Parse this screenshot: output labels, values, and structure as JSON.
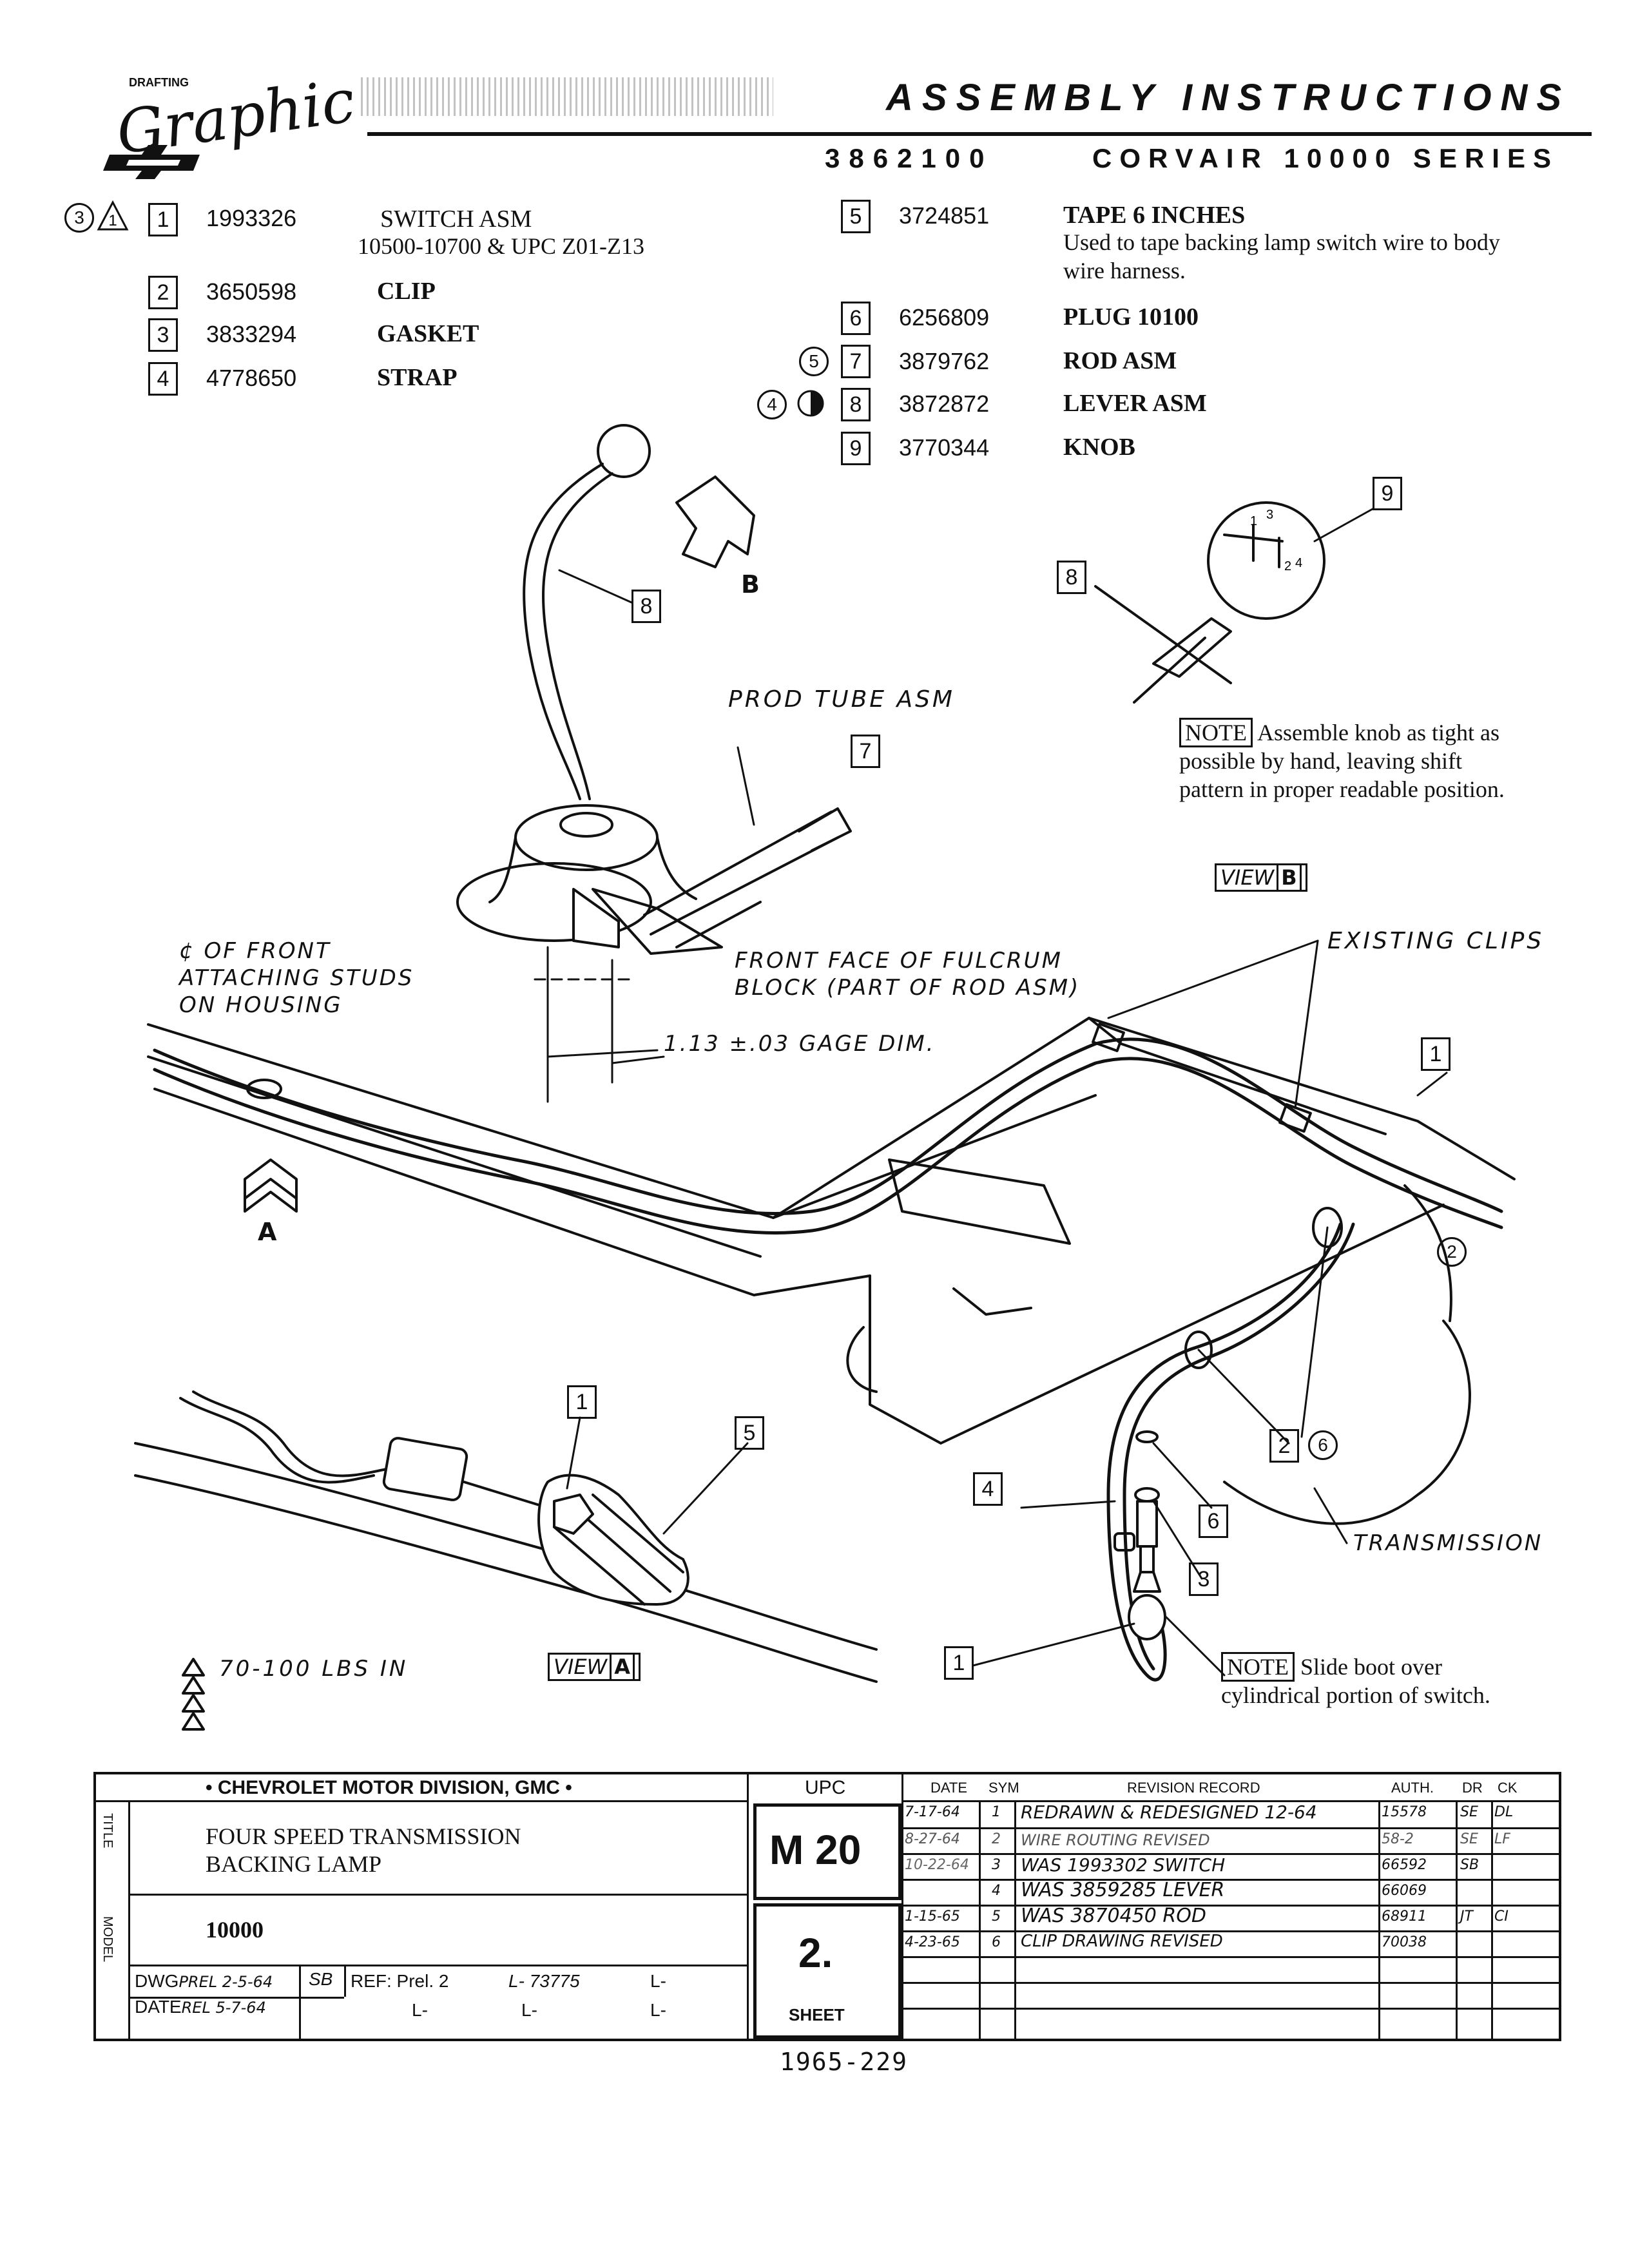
{
  "header": {
    "logo_top": "DRAFTING",
    "logo_main": "Graphic",
    "title": "ASSEMBLY INSTRUCTIONS",
    "doc_number": "3862100",
    "series": "CORVAIR 10000 SERIES"
  },
  "parts": [
    {
      "callout": "1",
      "number": "1993326",
      "name": "SWITCH ASM",
      "desc": "10500-10700 & UPC Z01-Z13",
      "marks": [
        "3",
        "1"
      ]
    },
    {
      "callout": "2",
      "number": "3650598",
      "name": "CLIP"
    },
    {
      "callout": "3",
      "number": "3833294",
      "name": "GASKET"
    },
    {
      "callout": "4",
      "number": "4778650",
      "name": "STRAP"
    },
    {
      "callout": "5",
      "number": "3724851",
      "name": "TAPE 6 INCHES",
      "desc": "Used to tape backing lamp switch wire to body wire harness."
    },
    {
      "callout": "6",
      "number": "6256809",
      "name": "PLUG 10100"
    },
    {
      "callout": "7",
      "number": "3879762",
      "name": "ROD ASM",
      "marks": [
        "5"
      ]
    },
    {
      "callout": "8",
      "number": "3872872",
      "name": "LEVER ASM",
      "marks": [
        "4"
      ]
    },
    {
      "callout": "9",
      "number": "3770344",
      "name": "KNOB"
    }
  ],
  "diagram": {
    "view_b_marker": "B",
    "view_a_marker": "A",
    "prod_tube_label": "PROD TUBE ASM",
    "front_studs_label": "¢ OF FRONT ATTACHING STUDS ON HOUSING",
    "front_face_label": "FRONT FACE OF FULCRUM BLOCK (PART OF ROD ASM)",
    "gage_label": "1.13 ±.03 GAGE DIM.",
    "existing_clips_label": "EXISTING CLIPS",
    "transmission_label": "TRANSMISSION",
    "knob_note_tag": "NOTE",
    "knob_note_text": "Assemble knob as tight as possible by hand, leaving shift pattern in proper readable position.",
    "boot_note_tag": "NOTE",
    "boot_note_text": "Slide boot over cylindrical portion of switch.",
    "view_b_label": "VIEW",
    "view_b_letter": "B",
    "view_a_label": "VIEW",
    "view_a_letter": "A",
    "torque_label": "70-100 LBS IN",
    "knob_pattern": [
      "1",
      "3",
      "2",
      "4"
    ]
  },
  "title_block": {
    "division": "• CHEVROLET MOTOR DIVISION, GMC •",
    "side_title": "TITLE",
    "side_model": "MODEL",
    "title_line1": "FOUR SPEED TRANSMISSION",
    "title_line2": "BACKING LAMP",
    "model": "10000",
    "dwg_label": "DWG",
    "dwg_value": "PREL 2-5-64",
    "dwg_initials": "SB",
    "date_label": "DATE",
    "date_value": "REL 5-7-64",
    "ref_label": "REF: Prel. 2",
    "ref_l1": "L- 73775",
    "ref_l2": "L-",
    "ref_l3": "L-",
    "ref_l4": "L-",
    "ref_l5": "L-",
    "upc_header": "UPC",
    "upc_value": "M 20",
    "sheet_number": "2.",
    "sheet_label": "SHEET",
    "date_header": "DATE",
    "sym_header": "SYM",
    "revision_header": "REVISION RECORD",
    "auth_header": "AUTH.",
    "dr_header": "DR",
    "ck_header": "CK",
    "revisions": [
      {
        "date": "7-17-64",
        "sym": "1",
        "text": "REDRAWN & REDESIGNED 12-64",
        "auth": "15578",
        "dr": "SE",
        "ck": "DL"
      },
      {
        "date": "8-27-64",
        "sym": "2",
        "text": "WIRE ROUTING REVISED",
        "auth": "58-2",
        "dr": "SE",
        "ck": "LF"
      },
      {
        "date": "10-22-64",
        "sym": "3",
        "text": "WAS 1993302 SWITCH",
        "auth": "66592",
        "dr": "SB",
        "ck": ""
      },
      {
        "date": "",
        "sym": "4",
        "text": "WAS 3859285 LEVER",
        "auth": "66069",
        "dr": "",
        "ck": ""
      },
      {
        "date": "1-15-65",
        "sym": "5",
        "text": "WAS 3870450 ROD",
        "auth": "68911",
        "dr": "JT",
        "ck": "CI"
      },
      {
        "date": "4-23-65",
        "sym": "6",
        "text": "CLIP DRAWING REVISED",
        "auth": "70038",
        "dr": "",
        "ck": ""
      }
    ]
  },
  "footer": {
    "page_code": "1965-229"
  }
}
